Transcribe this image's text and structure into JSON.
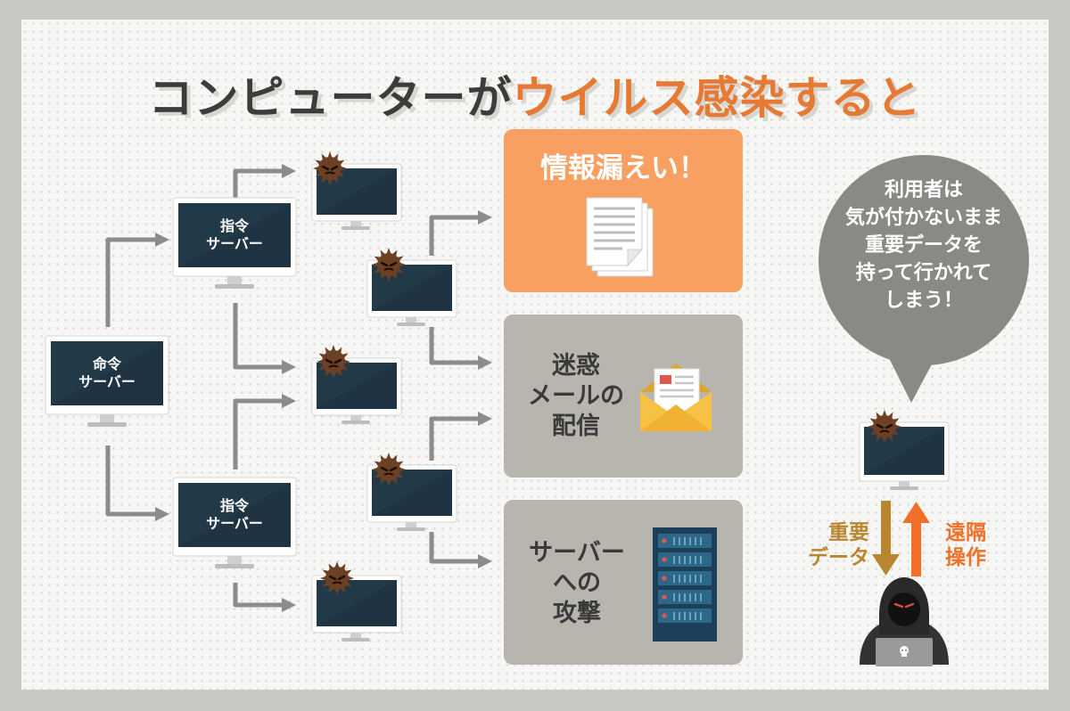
{
  "title": {
    "part1": "コンピューターが",
    "part2": "ウイルス感染すると"
  },
  "servers": {
    "command": "命令\nサーバー",
    "c2_top": "指令\nサーバー",
    "c2_bottom": "指令\nサーバー"
  },
  "outcomes": {
    "leak": "情報漏えい！",
    "spam": "迷惑\nメールの\n配信",
    "attack": "サーバー\nへの\n攻撃"
  },
  "bubble": "利用者は\n気が付かないまま\n重要データを\n持って行かれて\nしまう！",
  "arrows": {
    "data_down": "重要\nデータ",
    "remote_up": "遠隔\n操作"
  },
  "colors": {
    "orange": "#f7a062",
    "accent_orange": "#e67a34",
    "gray_box": "#b8b5af",
    "arrow_gray": "#8c8c8c",
    "screen": "#1f3342",
    "bubble": "#8b8985",
    "brown": "#c0883a"
  },
  "icons": [
    "virus-icon",
    "monitor-icon",
    "document-stack-icon",
    "envelope-icon",
    "server-rack-icon",
    "hacker-icon",
    "skull-icon"
  ]
}
